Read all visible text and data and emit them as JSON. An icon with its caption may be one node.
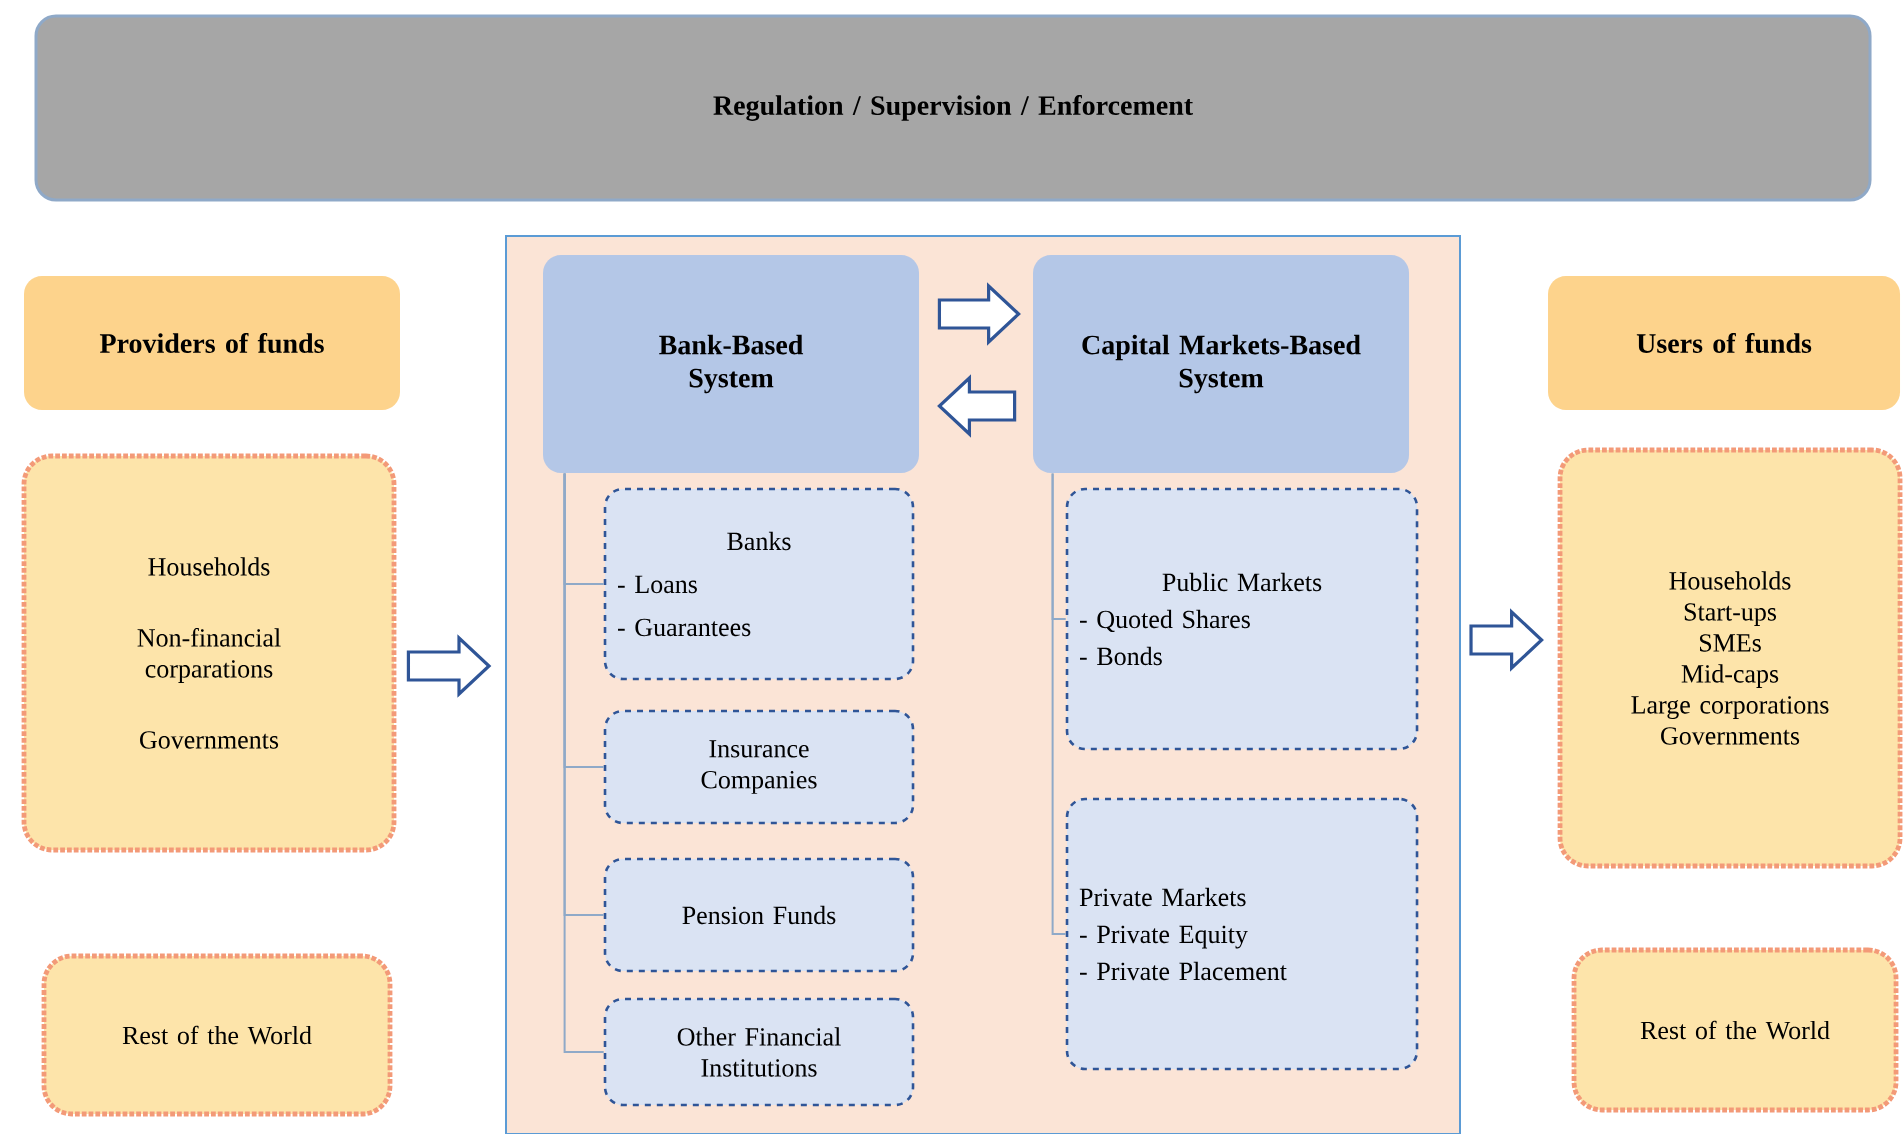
{
  "diagram": {
    "nodes": [
      {
        "text": [
          "Regulation / Supervision / Enforcement"
        ]
      },
      {
        "text": [
          "Providers of funds"
        ]
      },
      {
        "text": [
          "Households",
          "Non-financial corparations",
          "Governments"
        ]
      },
      {
        "text": [
          "Rest of the World"
        ]
      },
      {
        "text": [],
        "shape": "box"
      },
      {
        "text": [
          "Bank-Based System"
        ],
        "in": 4
      },
      {
        "text": [
          "Capital Markets-Based System"
        ],
        "in": 4
      },
      {
        "text": [
          "Banks",
          "- Loans",
          "- Guarantees"
        ],
        "in": 4
      },
      {
        "text": [
          "Insurance Companies"
        ],
        "in": 4
      },
      {
        "text": [
          "Pension Funds"
        ],
        "in": 4
      },
      {
        "text": [
          "Other Financial Institutions"
        ],
        "in": 4
      },
      {
        "text": [
          "Public Markets",
          "- Quoted Shares",
          "- Bonds"
        ],
        "in": 4
      },
      {
        "text": [
          "Private Markets",
          "- Private Equity",
          "- Private Placement"
        ],
        "in": 4
      },
      {
        "text": [
          "Users of funds"
        ]
      },
      {
        "text": [
          "Households",
          "Start-ups",
          "SMEs",
          "Mid-caps",
          "Large corporations",
          "Governments"
        ]
      },
      {
        "text": [
          "Rest of the World"
        ]
      }
    ],
    "edges": [
      {
        "from": 2,
        "to": 4,
        "arrow": "to",
        "color": "#2f5597"
      },
      {
        "from": 4,
        "to": 14,
        "arrow": "to",
        "color": "#2f5597"
      },
      {
        "from": 5,
        "to": 6,
        "arrow": "to",
        "color": "#2f5597"
      },
      {
        "from": 6,
        "to": 5,
        "arrow": "to",
        "color": "#2f5597"
      },
      {
        "from": 5,
        "to": 7,
        "arrow": "none"
      },
      {
        "from": 5,
        "to": 8,
        "arrow": "none"
      },
      {
        "from": 5,
        "to": 9,
        "arrow": "none"
      },
      {
        "from": 5,
        "to": 10,
        "arrow": "none"
      },
      {
        "from": 6,
        "to": 11,
        "arrow": "none"
      },
      {
        "from": 6,
        "to": 12,
        "arrow": "none"
      }
    ]
  }
}
